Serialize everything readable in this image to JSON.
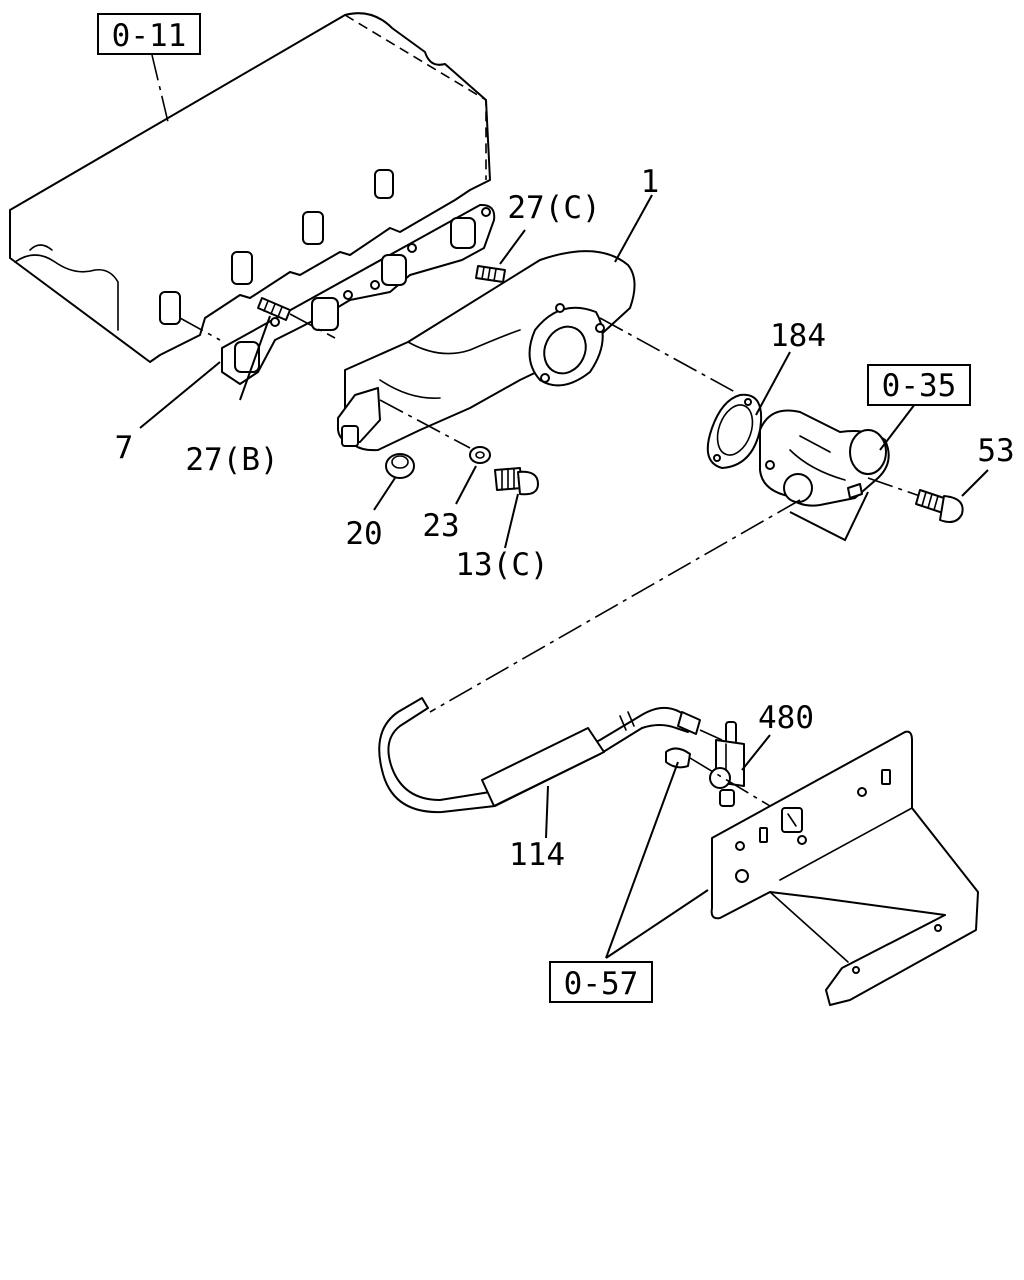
{
  "diagram": {
    "references": [
      {
        "id": "ref-0-11",
        "text": "0-11"
      },
      {
        "id": "ref-0-35",
        "text": "0-35"
      },
      {
        "id": "ref-0-57",
        "text": "0-57"
      }
    ],
    "part_labels": {
      "p1": "1",
      "p7": "7",
      "p13c": "13(C)",
      "p20": "20",
      "p23": "23",
      "p27b": "27(B)",
      "p27c": "27(C)",
      "p53": "53",
      "p114": "114",
      "p184": "184",
      "p480": "480"
    }
  }
}
